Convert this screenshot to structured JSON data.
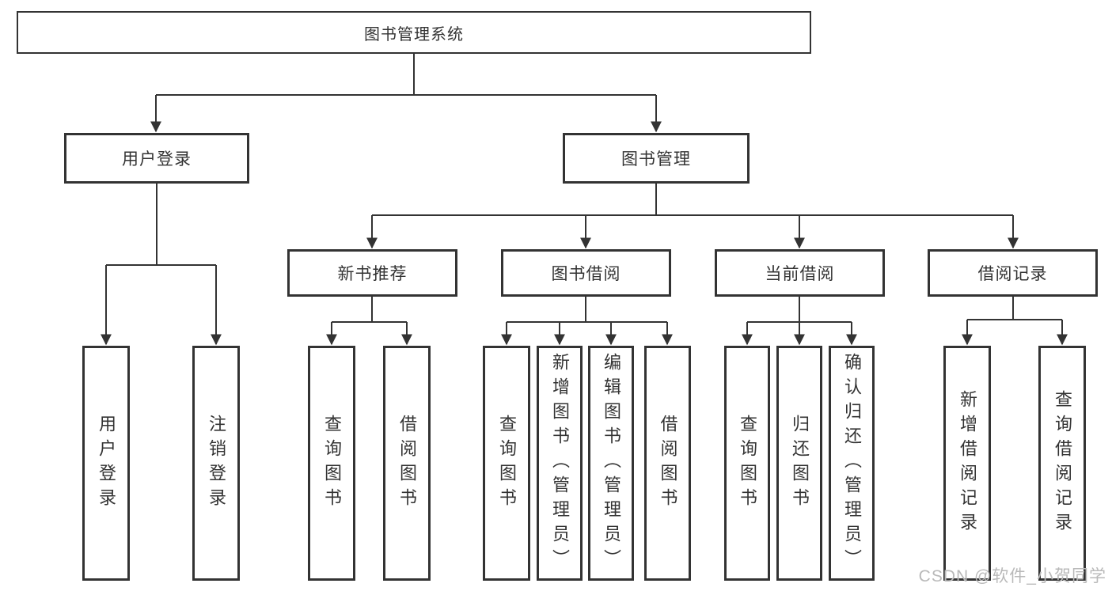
{
  "diagram": {
    "title": "图书管理系统",
    "root": {
      "label": "图书管理系统"
    },
    "level2": [
      {
        "id": "user-login",
        "label": "用户登录"
      },
      {
        "id": "book-management",
        "label": "图书管理"
      }
    ],
    "level3": [
      {
        "id": "new-book-recommend",
        "label": "新书推荐"
      },
      {
        "id": "book-borrow",
        "label": "图书借阅"
      },
      {
        "id": "current-borrow",
        "label": "当前借阅"
      },
      {
        "id": "borrow-record",
        "label": "借阅记录"
      }
    ],
    "leaves": [
      {
        "parent": "用户登录",
        "label": "用户登录"
      },
      {
        "parent": "用户登录",
        "label": "注销登录"
      },
      {
        "parent": "新书推荐",
        "label": "查询图书"
      },
      {
        "parent": "新书推荐",
        "label": "借阅图书"
      },
      {
        "parent": "图书借阅",
        "label": "查询图书"
      },
      {
        "parent": "图书借阅",
        "label": "新增图书（管理员）"
      },
      {
        "parent": "图书借阅",
        "label": "编辑图书（管理员）"
      },
      {
        "parent": "图书借阅",
        "label": "借阅图书"
      },
      {
        "parent": "当前借阅",
        "label": "查询图书"
      },
      {
        "parent": "当前借阅",
        "label": "归还图书"
      },
      {
        "parent": "当前借阅",
        "label": "确认归还（管理员）"
      },
      {
        "parent": "借阅记录",
        "label": "新增借阅记录"
      },
      {
        "parent": "借阅记录",
        "label": "查询借阅记录"
      }
    ],
    "colors": {
      "line": "#333333",
      "box_border": "#333333",
      "text": "#333333",
      "background": "#ffffff",
      "watermark": "#b9b9b9"
    }
  },
  "watermark": {
    "text": "CSDN @软件_小贺同学"
  }
}
